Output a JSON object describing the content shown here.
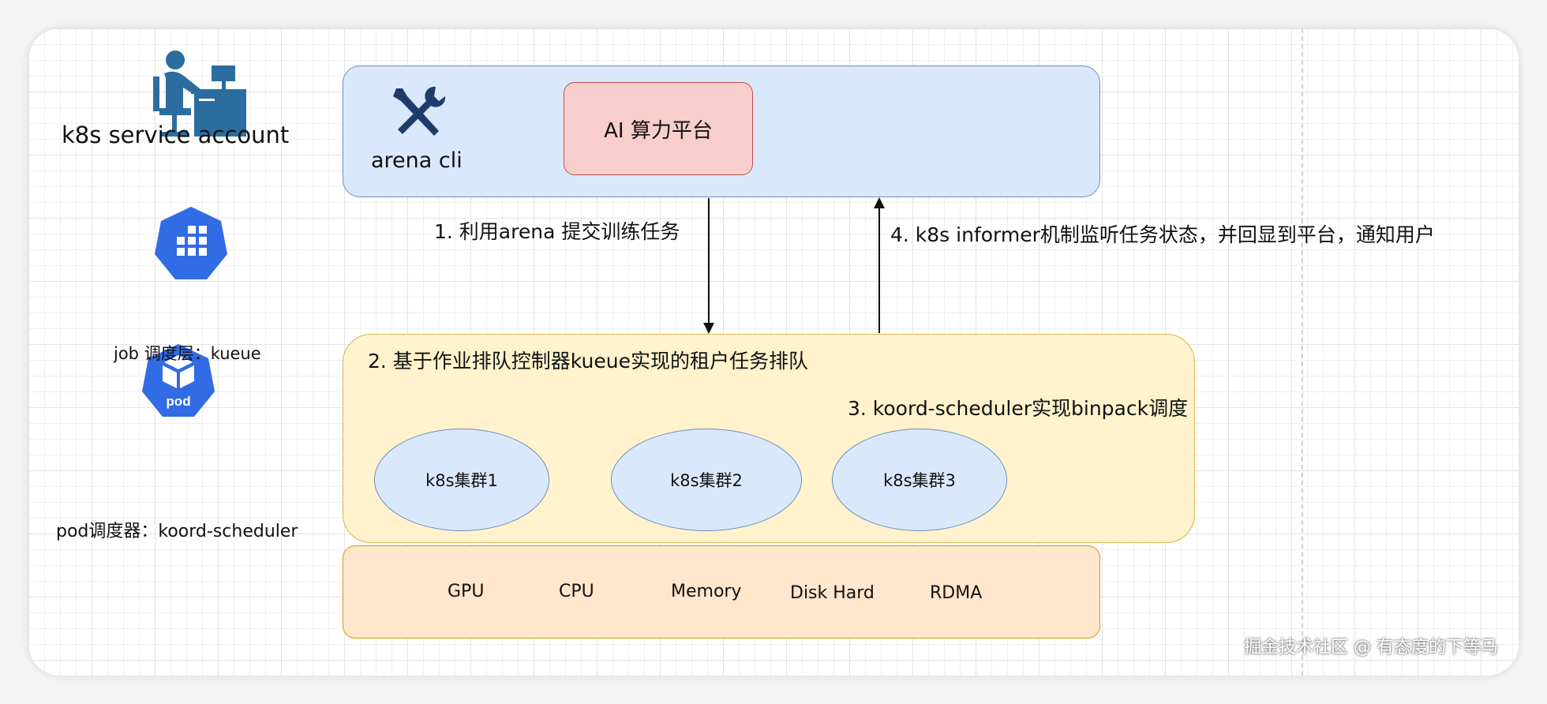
{
  "actors": {
    "service_account": "k8s  service account",
    "job_layer": "job 调度层：kueue",
    "pod_scheduler": "pod调度器：koord-scheduler",
    "pod_icon_text": "pod"
  },
  "top": {
    "arena_cli": "arena cli",
    "ai_platform": "AI 算力平台"
  },
  "steps": {
    "step1": "1. 利用arena 提交训练任务",
    "step2": "2. 基于作业排队控制器kueue实现的租户任务排队",
    "step3": "3. koord-scheduler实现binpack调度",
    "step4": "4.  k8s informer机制监听任务状态，并回显到平台，通知用户"
  },
  "clusters": [
    "k8s集群1",
    "k8s集群2",
    "k8s集群3"
  ],
  "resources": [
    "GPU",
    "CPU",
    "Memory",
    "Disk Hard",
    "RDMA"
  ],
  "watermark": "掘金技术社区 @ 有态度的下等马",
  "colors": {
    "blue_fill": "#dae8fc",
    "red_fill": "#f8cecc",
    "yellow_fill": "#fff2cc",
    "orange_fill": "#ffe6cc",
    "k8s_blue": "#326ce5",
    "user_icon": "#2c6da0"
  }
}
